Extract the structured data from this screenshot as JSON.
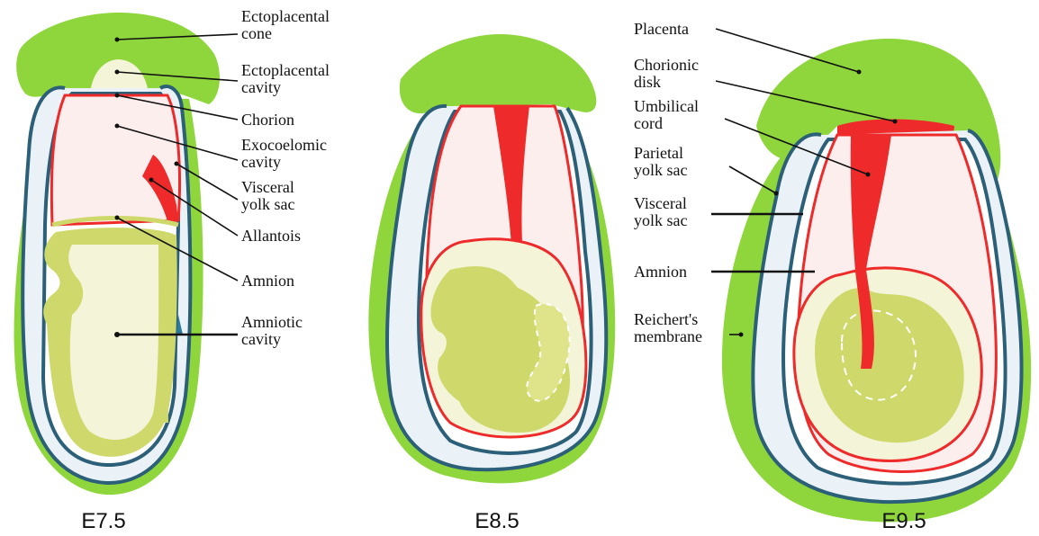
{
  "colors": {
    "ectoderm_green": "#8fd63c",
    "embryo_tissue": "#cfd86a",
    "embryo_inner": "#f3f4d8",
    "chorion_red": "#ee2a2a",
    "yolk_sac_blue": "#2c5f78",
    "cavity_pink": "#fdeeee",
    "parietal_fill": "#eaf2f7",
    "allantois_pink": "#f2a8a0"
  },
  "panels": [
    {
      "stage": "E7.5",
      "labels": [
        [
          "Ectoplacental",
          "cone"
        ],
        [
          "Ectoplacental",
          "cavity"
        ],
        [
          "Chorion"
        ],
        [
          "Exocoelomic",
          "cavity"
        ],
        [
          "Visceral",
          "yolk sac"
        ],
        [
          "Allantois"
        ],
        [
          "Amnion"
        ],
        [
          "Amniotic",
          "cavity"
        ]
      ]
    },
    {
      "stage": "E8.5",
      "labels": []
    },
    {
      "stage": "E9.5",
      "labels": [
        [
          "Placenta"
        ],
        [
          "Chorionic",
          "disk"
        ],
        [
          "Umbilical",
          "cord"
        ],
        [
          "Parietal",
          "yolk sac"
        ],
        [
          "Visceral",
          "yolk sac"
        ],
        [
          "Amnion"
        ],
        [
          "Reichert's",
          "membrane"
        ]
      ]
    }
  ]
}
